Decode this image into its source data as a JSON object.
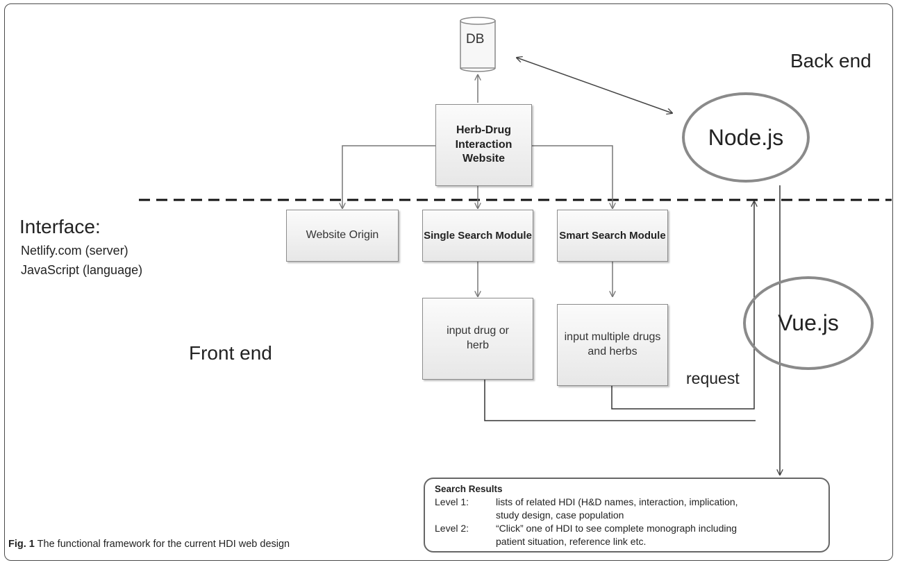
{
  "nodes": {
    "db": "DB",
    "hdi_site": "Herb-Drug Interaction Website",
    "website_origin": "Website Origin",
    "single_search": "Single Search Module",
    "smart_search": "Smart Search Module",
    "input_single": "input drug or herb",
    "input_multi": "input multiple drugs and herbs",
    "nodejs": "Node.js",
    "vuejs": "Vue.js"
  },
  "labels": {
    "back_end": "Back end",
    "front_end": "Front end",
    "interface_title": "Interface:",
    "interface_server": "Netlify.com (server)",
    "interface_language": "JavaScript (language)",
    "request": "request"
  },
  "results": {
    "title": "Search Results",
    "level1_key": "Level 1:",
    "level1_text": "lists of related HDI (H&D names, interaction, implication,",
    "level1_cont": "study design, case population",
    "level2_key": "Level 2:",
    "level2_text": "“Click” one of HDI to see complete monograph including",
    "level2_cont": "patient situation, reference link etc."
  },
  "caption": {
    "label": "Fig. 1",
    "text": "The functional framework for the current HDI web design"
  }
}
